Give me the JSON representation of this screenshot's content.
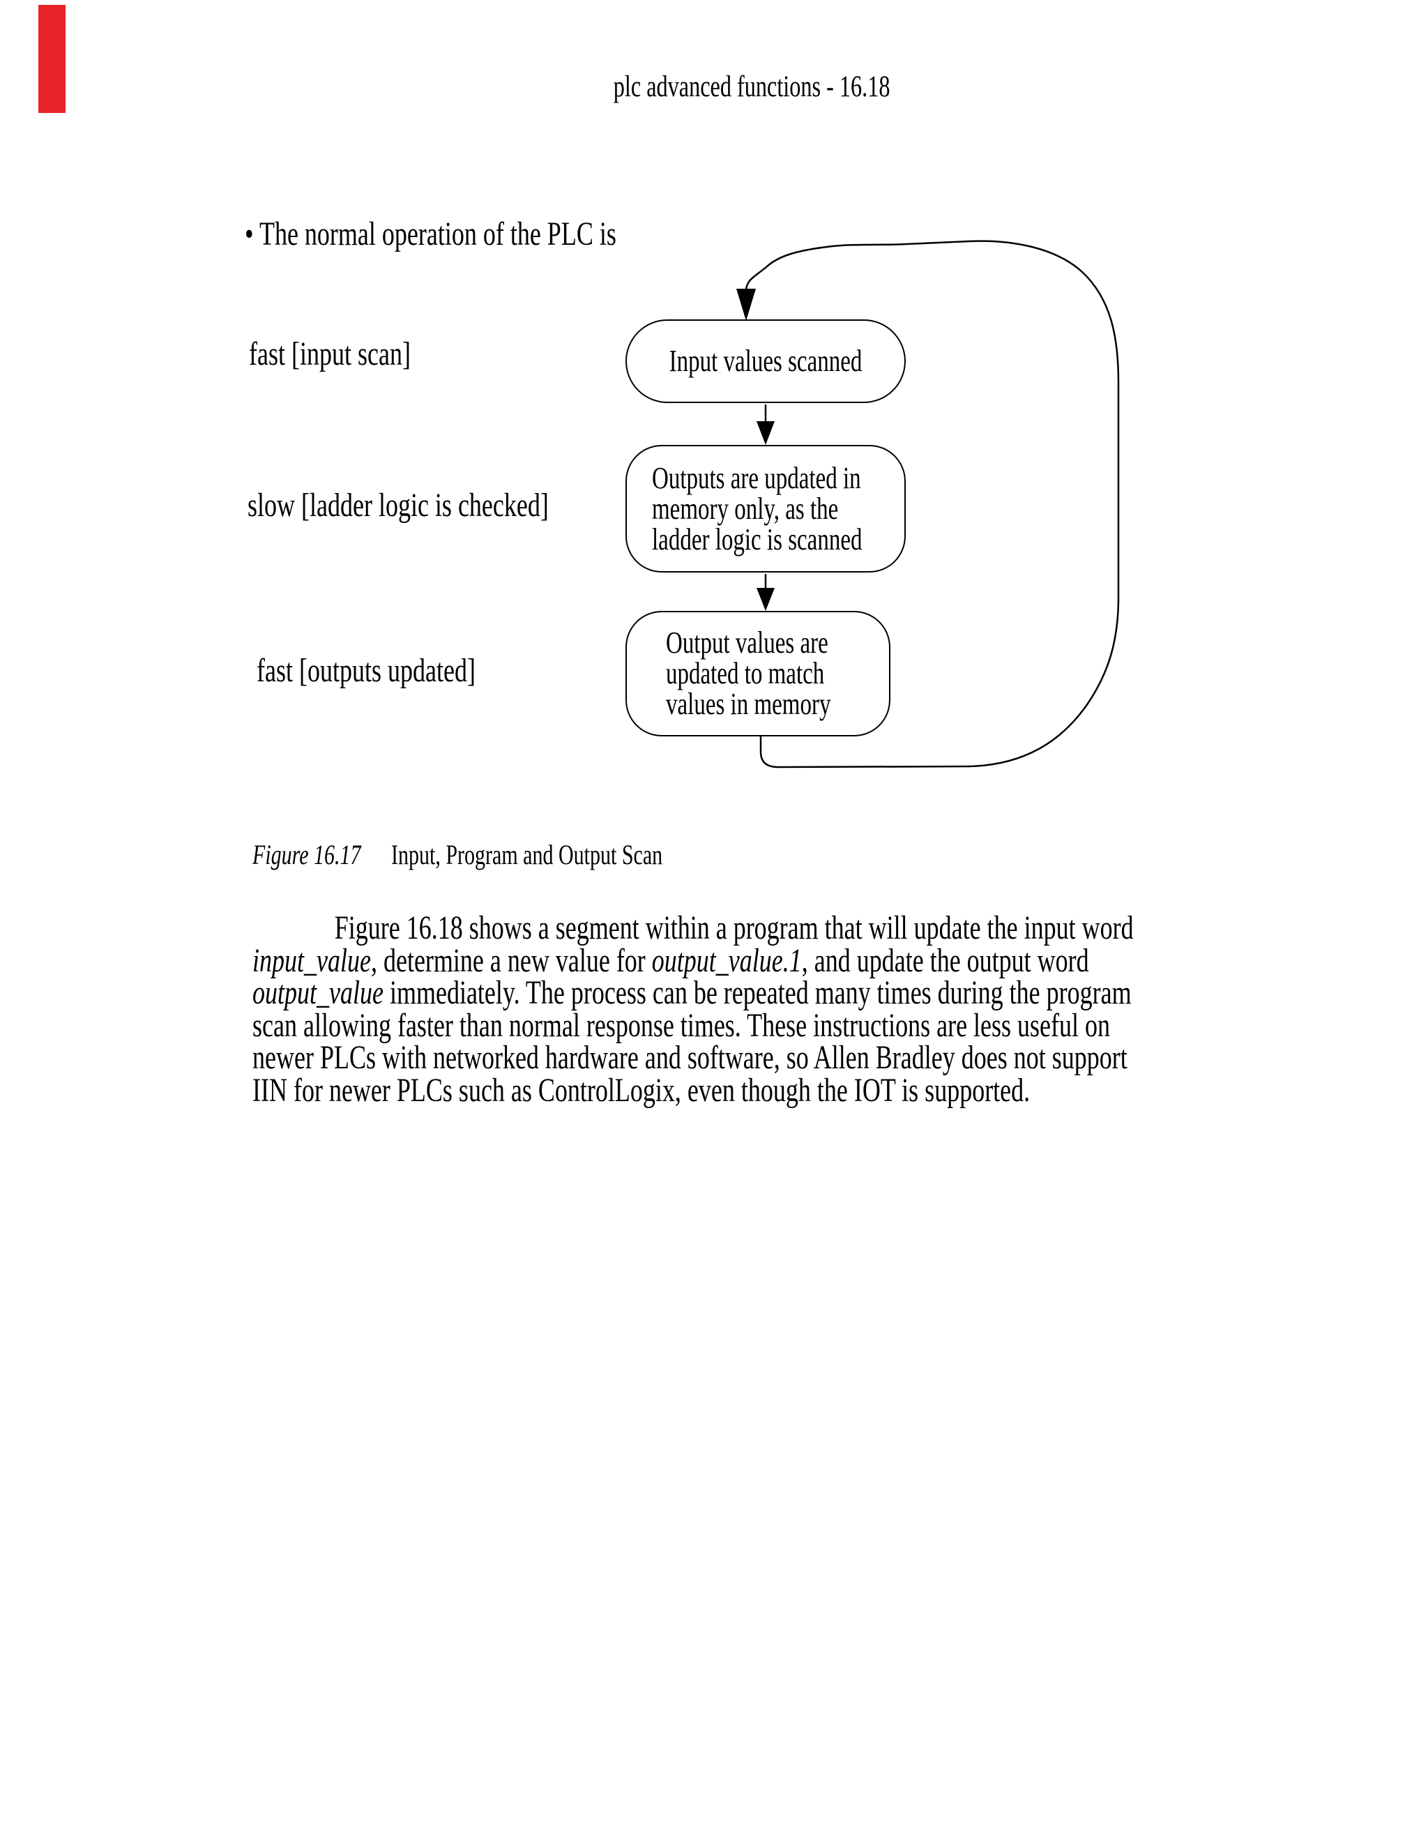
{
  "page": {
    "header": "plc advanced functions - 16.18",
    "bullet_text": "• The normal operation of the PLC is",
    "edge_mark_color": "#e8242c"
  },
  "diagram": {
    "side_labels": [
      "fast [input scan]",
      "slow [ladder logic is checked]",
      "fast [outputs updated]"
    ],
    "nodes": [
      {
        "lines": [
          "Input values scanned"
        ]
      },
      {
        "lines": [
          "Outputs are updated in",
          "memory only, as the",
          "ladder logic is scanned"
        ]
      },
      {
        "lines": [
          "Output values are",
          "updated to match",
          "values in memory"
        ]
      }
    ],
    "line_color": "#000000"
  },
  "caption": {
    "label": "Figure 16.17",
    "title": "Input, Program and Output Scan"
  },
  "paragraph": {
    "lines": [
      [
        {
          "t": "Figure 16.18 shows a segment within a program that will update the input word"
        }
      ],
      [
        {
          "t": "input_value",
          "i": true
        },
        {
          "t": ", determine a new value for "
        },
        {
          "t": "output_value.1",
          "i": true
        },
        {
          "t": ", and update the output word"
        }
      ],
      [
        {
          "t": "output_value",
          "i": true
        },
        {
          "t": " immediately. The process can be repeated many times during the program"
        }
      ],
      [
        {
          "t": "scan allowing faster than normal response times. These instructions are less useful on"
        }
      ],
      [
        {
          "t": "newer PLCs with networked hardware and software, so Allen Bradley does not support"
        }
      ],
      [
        {
          "t": "IIN for newer PLCs such as ControlLogix, even though the IOT is supported."
        }
      ]
    ]
  }
}
